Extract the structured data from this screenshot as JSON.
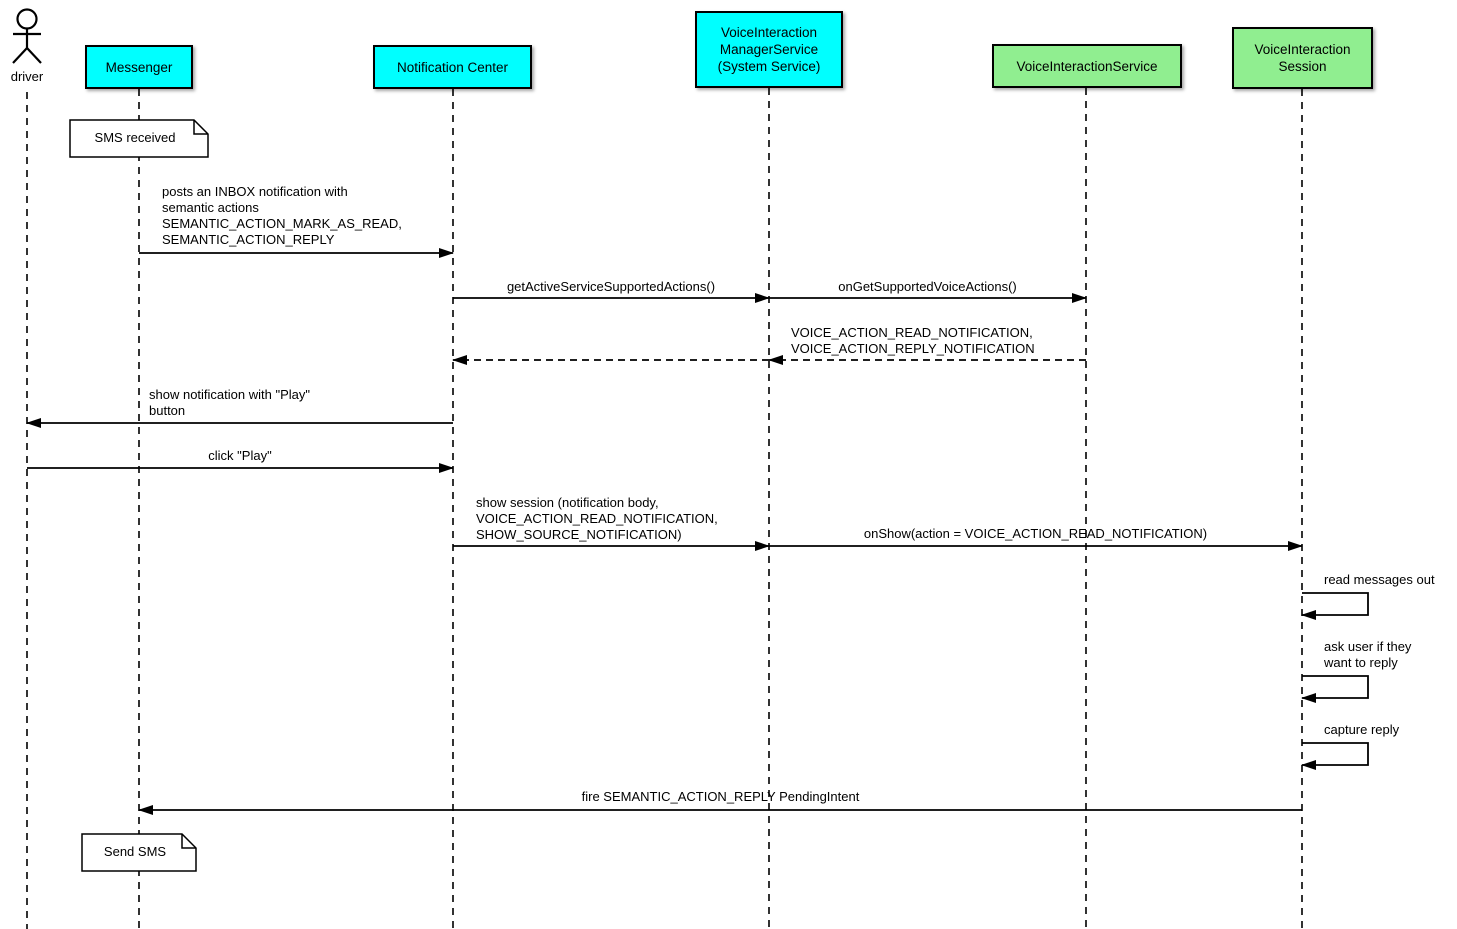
{
  "diagram": {
    "type": "uml-sequence-diagram",
    "colors": {
      "participant_cyan": "#00ffff",
      "participant_green": "#90ee90",
      "line": "#000000",
      "note_background": "#ffffff",
      "background": "#ffffff"
    },
    "actor": {
      "label": "driver"
    },
    "participants": [
      {
        "label": "Messenger",
        "color": "#00ffff"
      },
      {
        "label": "Notification Center",
        "color": "#00ffff"
      },
      {
        "label": "VoiceInteraction\nManagerService\n(System Service)",
        "color": "#00ffff"
      },
      {
        "label": "VoiceInteractionService",
        "color": "#90ee90"
      },
      {
        "label": "VoiceInteraction\nSession",
        "color": "#90ee90"
      }
    ],
    "notes": [
      {
        "label": "SMS received",
        "attached_to": "Messenger"
      },
      {
        "label": "Send SMS",
        "attached_to": "Messenger"
      }
    ],
    "messages": [
      {
        "label": "posts an INBOX notification with\nsemantic actions\nSEMANTIC_ACTION_MARK_AS_READ,\nSEMANTIC_ACTION_REPLY",
        "from": "Messenger",
        "to": "Notification Center",
        "style": "solid"
      },
      {
        "label": "getActiveServiceSupportedActions()",
        "from": "Notification Center",
        "to": "VoiceInteractionManagerService",
        "style": "solid"
      },
      {
        "label": "onGetSupportedVoiceActions()",
        "from": "VoiceInteractionManagerService",
        "to": "VoiceInteractionService",
        "style": "solid"
      },
      {
        "label": "",
        "from": "VoiceInteractionManagerService",
        "to": "Notification Center",
        "style": "dashed-return"
      },
      {
        "label": "VOICE_ACTION_READ_NOTIFICATION,\nVOICE_ACTION_REPLY_NOTIFICATION",
        "from": "VoiceInteractionService",
        "to": "VoiceInteractionManagerService",
        "style": "dashed-return"
      },
      {
        "label": "show notification with \"Play\"\nbutton",
        "from": "Notification Center",
        "to": "driver",
        "style": "solid"
      },
      {
        "label": "click \"Play\"",
        "from": "driver",
        "to": "Notification Center",
        "style": "solid"
      },
      {
        "label": "show session (notification body,\nVOICE_ACTION_READ_NOTIFICATION,\nSHOW_SOURCE_NOTIFICATION)",
        "from": "Notification Center",
        "to": "VoiceInteractionManagerService",
        "style": "solid"
      },
      {
        "label": "onShow(action = VOICE_ACTION_READ_NOTIFICATION)",
        "from": "VoiceInteractionManagerService",
        "to": "VoiceInteractionSession",
        "style": "solid"
      },
      {
        "label": "read messages out",
        "from": "VoiceInteractionSession",
        "to": "VoiceInteractionSession",
        "style": "self"
      },
      {
        "label": "ask user if they\nwant to reply",
        "from": "VoiceInteractionSession",
        "to": "VoiceInteractionSession",
        "style": "self"
      },
      {
        "label": "capture reply",
        "from": "VoiceInteractionSession",
        "to": "VoiceInteractionSession",
        "style": "self"
      },
      {
        "label": "fire SEMANTIC_ACTION_REPLY PendingIntent",
        "from": "VoiceInteractionSession",
        "to": "Messenger",
        "style": "solid"
      }
    ]
  }
}
